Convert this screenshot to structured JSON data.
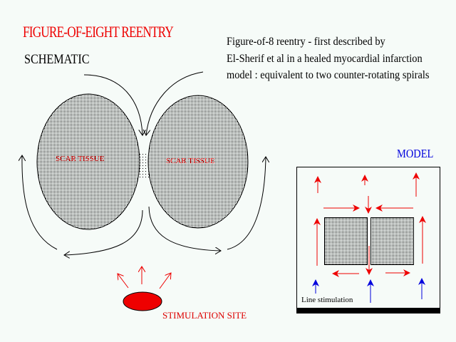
{
  "title": "FIGURE-OF-EIGHT REENTRY",
  "schematic_label": "SCHEMATIC",
  "description": [
    "Figure-of-8 reentry - first described by",
    "El-Sherif et al in a healed myocardial infarction",
    "model : equivalent to two counter-rotating spirals"
  ],
  "schematic": {
    "left_scar_label": "SCAR TISSUE",
    "right_scar_label": "SCAR TISSUE",
    "stimulation_label": "STIMULATION SITE"
  },
  "model": {
    "label": "MODEL",
    "line_stimulation_label": "Line  stimulation"
  },
  "colors": {
    "background": "#f6fbf8",
    "title": "#ee0000",
    "model_label": "#0000dd",
    "red_arrow": "#ee0000",
    "blue_arrow": "#0000dd"
  }
}
